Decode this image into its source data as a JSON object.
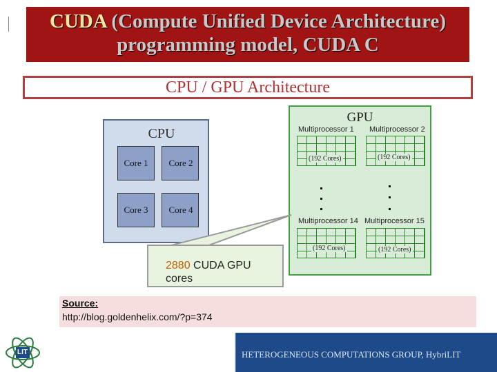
{
  "title": {
    "cuda_word": "CUDA",
    "line1_rest": " (Compute Unified Device Architecture)",
    "line2": "programming model, CUDA C"
  },
  "subtitle": "CPU / GPU Architecture",
  "cpu": {
    "label": "CPU",
    "cores": [
      "Core 1",
      "Core 2",
      "Core 3",
      "Core 4"
    ]
  },
  "gpu": {
    "label": "GPU",
    "multiprocessors": [
      "Multiprocessor 1",
      "Multiprocessor 2",
      "Multiprocessor 14",
      "Multiprocessor 15"
    ],
    "cores_label": "(192 Cores)"
  },
  "callout": {
    "number": "2880",
    "text": " CUDA GPU cores"
  },
  "source": {
    "heading": "Source:",
    "url": "http://blog.goldenhelix.com/?p=374"
  },
  "footer": {
    "text": "HETEROGENEOUS COMPUTATIONS GROUP,   HybriLIT",
    "logo_text": "LIT"
  },
  "colors": {
    "title_bg": "#a01414",
    "cpu_bg": "#d0dcec",
    "core_bg": "#8ca0c8",
    "gpu_bg": "#d8ecd8",
    "gpu_grid": "#2a8a2a",
    "footer_bg": "#1e4a8a"
  }
}
